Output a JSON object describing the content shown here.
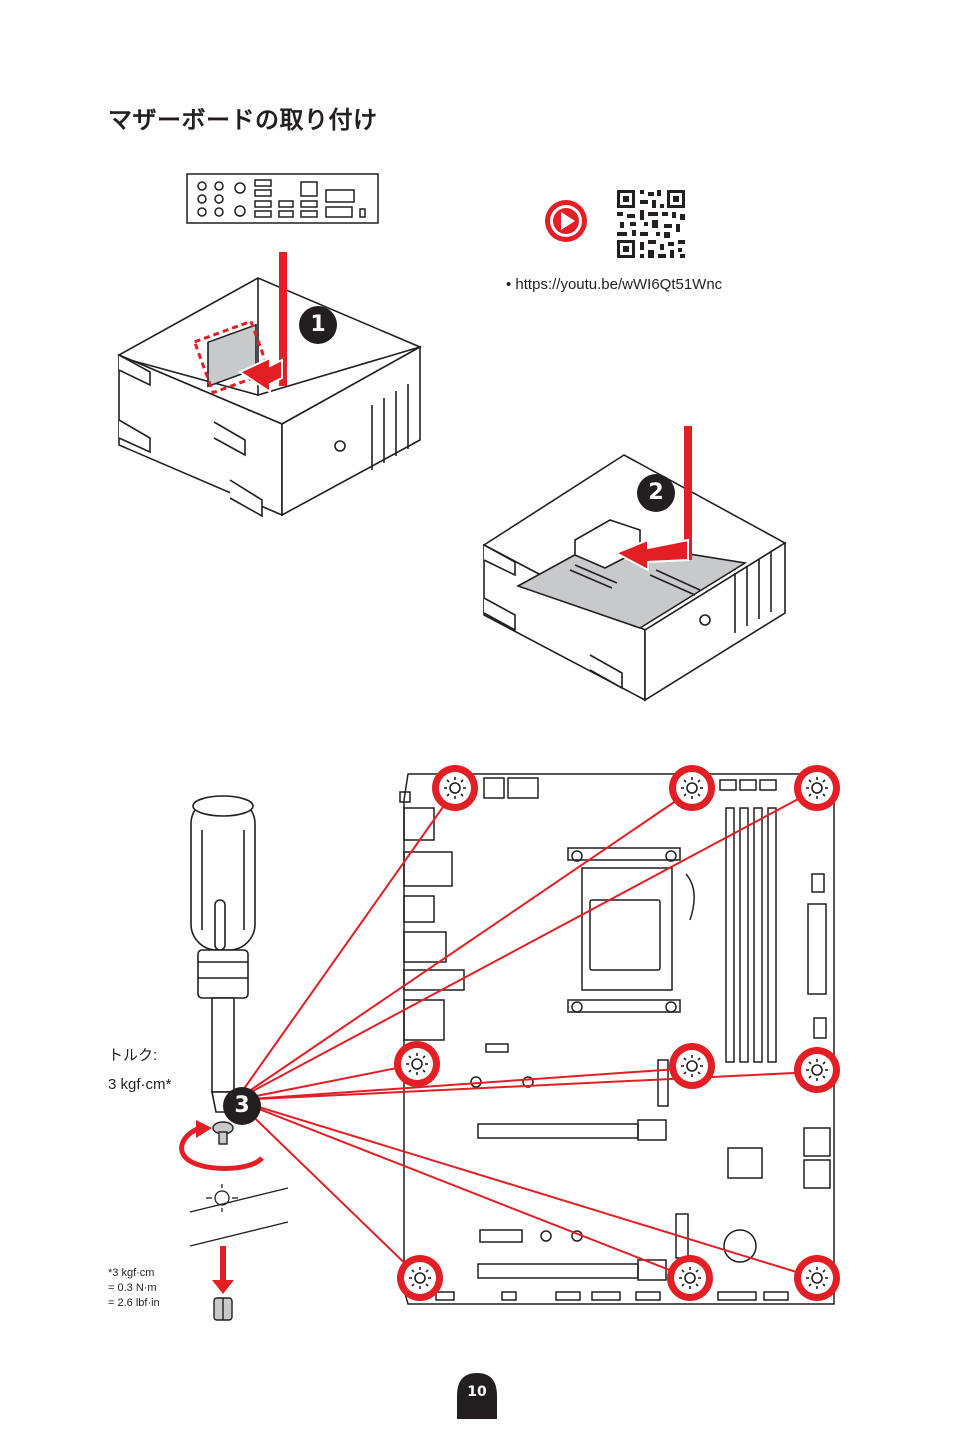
{
  "title": "マザーボードの取り付け",
  "video_url": "• https://youtu.be/wWI6Qt51Wnc",
  "steps": [
    "1",
    "2",
    "3"
  ],
  "torque": {
    "label": "トルク:",
    "value": "3 kgf·cm*"
  },
  "footnote": {
    "line1": "*3 kgf·cm",
    "line2": "= 0.3 N·m",
    "line3": "= 2.6 lbf·in"
  },
  "page_number": "10",
  "colors": {
    "accent": "#e31e24",
    "outline": "#231f20",
    "board": "#c8c9ca"
  }
}
